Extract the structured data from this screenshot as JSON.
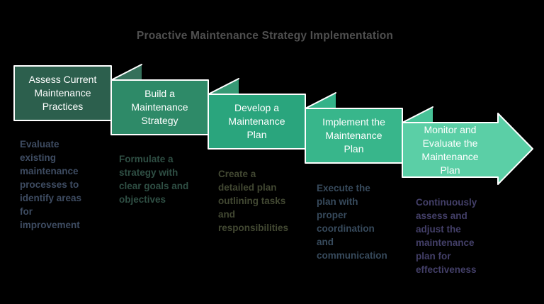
{
  "title": "Proactive Maintenance Strategy Implementation",
  "title_color": "#4F4F4F",
  "border_color": "#FFFFFF",
  "label_text_color": "#FFFFFF",
  "steps": [
    {
      "label": "Assess Current\nMaintenance\nPractices",
      "description": "Evaluate\nexisting\nmaintenance\nprocesses to\nidentify areas\nfor\nimprovement",
      "box_color": "#2C5F4D",
      "fold_color": "#35705B",
      "desc_color": "#3E4C62"
    },
    {
      "label": "Build a\nMaintenance\nStrategy",
      "description": "Formulate a\nstrategy with\nclear goals and\nobjectives",
      "box_color": "#2E8A68",
      "fold_color": "#379A75",
      "desc_color": "#2F4F44"
    },
    {
      "label": "Develop a\nMaintenance\nPlan",
      "description": "Create a\ndetailed plan\noutlining tasks\nand\nresponsibilities",
      "box_color": "#2AA57D",
      "fold_color": "#34B289",
      "desc_color": "#424832"
    },
    {
      "label": "Implement the\nMaintenance\nPlan",
      "description": "Execute the\nplan with\nproper\ncoordination\nand\ncommunication",
      "box_color": "#38B68B",
      "fold_color": "#47C297",
      "desc_color": "#374A5C"
    },
    {
      "label": "Monitor and\nEvaluate the\nMaintenance\nPlan",
      "description": "Continuously\nassess and\nadjust the\nmaintenance\nplan for\neffectiveness",
      "box_color": "#5BCFA6",
      "fold_color": "#5BCFA6",
      "desc_color": "#433F68"
    }
  ]
}
